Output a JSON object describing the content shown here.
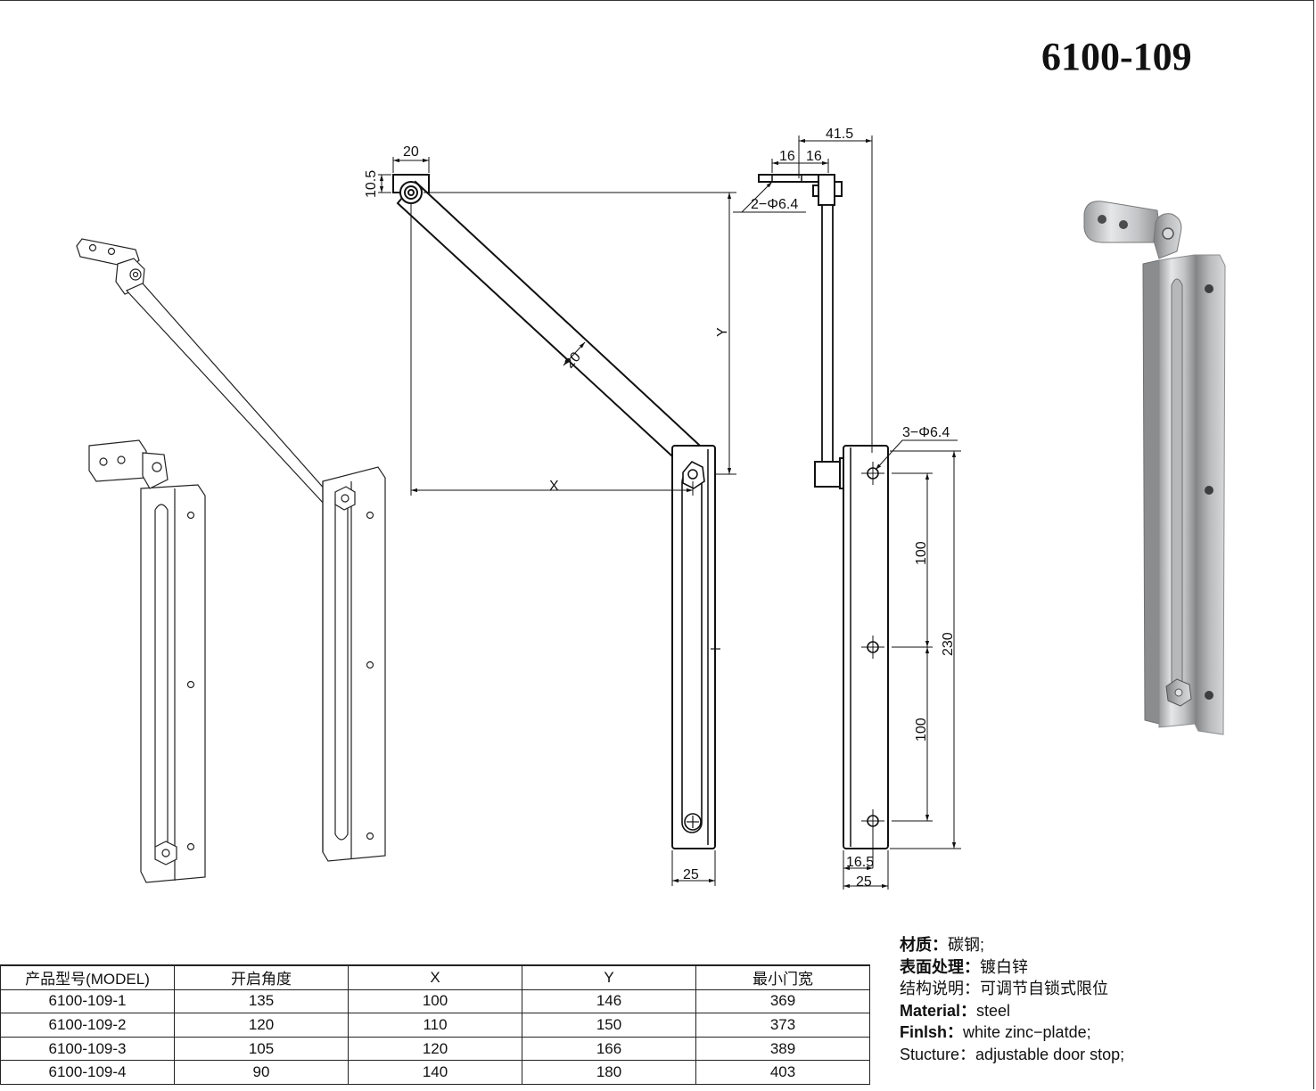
{
  "title": "6100-109",
  "dimensions": {
    "top_width": "20",
    "top_offset": "10.5",
    "arm_width": "20",
    "x_label": "X",
    "y_label": "Y",
    "base_width_front": "25",
    "overall_reach": "41.5",
    "hole_spacing_a": "16",
    "hole_spacing_b": "16",
    "top_holes": "2−Φ6.4",
    "bottom_holes": "3−Φ6.4",
    "spacing_upper": "100",
    "spacing_lower": "100",
    "total_length": "230",
    "side_offset": "16.5",
    "base_width_side": "25"
  },
  "specs": [
    {
      "key": "材质：",
      "value": "碳钢;"
    },
    {
      "key": "表面处理：",
      "value": "镀白锌"
    },
    {
      "key": "结构说明：",
      "value": "可调节自锁式限位"
    },
    {
      "key": "Material：",
      "value": "steel"
    },
    {
      "key": "Finlsh：",
      "value": "white zinc−platde;"
    },
    {
      "key": "Stucture：",
      "value": "adjustable door stop;"
    }
  ],
  "table": {
    "headers": [
      "产品型号(MODEL)",
      "开启角度",
      "X",
      "Y",
      "最小门宽"
    ],
    "rows": [
      [
        "6100-109-1",
        "135",
        "100",
        "146",
        "369"
      ],
      [
        "6100-109-2",
        "120",
        "110",
        "150",
        "373"
      ],
      [
        "6100-109-3",
        "105",
        "120",
        "166",
        "389"
      ],
      [
        "6100-109-4",
        "90",
        "140",
        "180",
        "403"
      ]
    ]
  }
}
